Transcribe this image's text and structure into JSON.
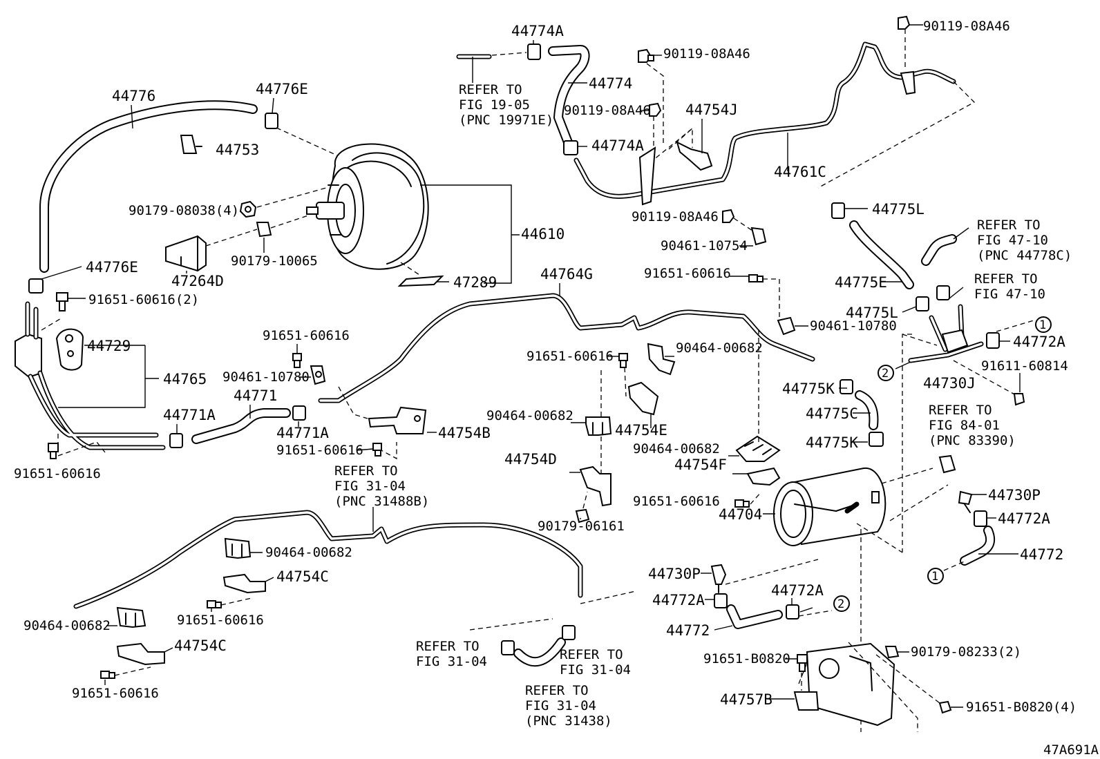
{
  "labels": {
    "l44776": "44776",
    "l44776E_a": "44776E",
    "l44753": "44753",
    "l90179_08038": "90179-08038(4)",
    "l90179_10065": "90179-10065",
    "l47264D": "47264D",
    "l44610": "44610",
    "l47289": "47289",
    "l44776E_b": "44776E",
    "l91651_60616_2": "91651-60616(2)",
    "l44729": "44729",
    "l44765": "44765",
    "l91651_a": "91651-60616",
    "l44771A_a": "44771A",
    "l44771": "44771",
    "l44771A_b": "44771A",
    "l91651_b": "91651-60616",
    "l90461_10780_a": "90461-10780",
    "l91651_c": "91651-60616",
    "l44754B": "44754B",
    "l44764G": "44764G",
    "l44774A_a": "44774A",
    "l44774": "44774",
    "l90119_a": "90119-08A46",
    "l90119_b": "90119-08A46",
    "l44774A_b": "44774A",
    "l44754J": "44754J",
    "l90119_c": "90119-08A46",
    "l90461_10754": "90461-10754",
    "l44761C": "44761C",
    "l90119_d": "90119-08A46",
    "l44775L_a": "44775L",
    "l91651_d": "91651-60616",
    "l90461_10780_b": "90461-10780",
    "l91651_e": "91651-60616",
    "l90464_a": "90464-00682",
    "l90464_b": "90464-00682",
    "l44754E": "44754E",
    "l44754D": "44754D",
    "l90179_06161": "90179-06161",
    "l90464_c": "90464-00682",
    "l44754F": "44754F",
    "l91651_f": "91651-60616",
    "l44704": "44704",
    "l44775E": "44775E",
    "l44775L_b": "44775L",
    "l44775K_a": "44775K",
    "l44775C": "44775C",
    "l44775K_b": "44775K",
    "l44730J": "44730J",
    "l44772A_a": "44772A",
    "l91611_60814": "91611-60814",
    "l44730P_a": "44730P",
    "l44772A_b": "44772A",
    "l44772_a": "44772",
    "l44730P_b": "44730P",
    "l44772A_c": "44772A",
    "l44772A_d": "44772A",
    "l44772_b": "44772",
    "l91651_B0820": "91651-B0820",
    "l90179_08233": "90179-08233(2)",
    "l44757B": "44757B",
    "l91651_B0820_4": "91651-B0820(4)",
    "l90464_d": "90464-00682",
    "l44754C_a": "44754C",
    "l91651_g": "91651-60616",
    "l90464_e": "90464-00682",
    "l44754C_b": "44754C",
    "l91651_h": "91651-60616",
    "circle1": "1",
    "circle2": "2",
    "diagram_id": "47A691A"
  },
  "refs": {
    "r1": [
      "REFER TO",
      "FIG 19-05",
      "(PNC 19971E)"
    ],
    "r2": [
      "REFER TO",
      "FIG 47-10",
      "(PNC 44778C)"
    ],
    "r3": [
      "REFER TO",
      "FIG 47-10"
    ],
    "r4": [
      "REFER TO",
      "FIG 84-01",
      "(PNC 83390)"
    ],
    "r5": [
      "REFER TO",
      "FIG 31-04",
      "(PNC 31488B)"
    ],
    "r6": [
      "REFER TO",
      "FIG 31-04"
    ],
    "r7": [
      "REFER TO",
      "FIG 31-04"
    ],
    "r8": [
      "REFER TO",
      "FIG 31-04",
      "(PNC 31438)"
    ]
  }
}
